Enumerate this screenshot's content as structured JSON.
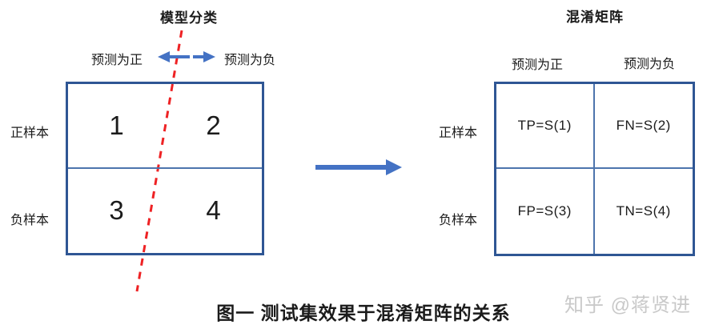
{
  "left_panel": {
    "title": "模型分类",
    "col_headers": [
      "预测为正",
      "预测为负"
    ],
    "row_labels": [
      "正样本",
      "负样本"
    ],
    "cells": [
      "1",
      "2",
      "3",
      "4"
    ]
  },
  "right_panel": {
    "title": "混淆矩阵",
    "col_headers": [
      "预测为正",
      "预测为负"
    ],
    "row_labels": [
      "正样本",
      "负样本"
    ],
    "cells": [
      "TP=S(1)",
      "FN=S(2)",
      "FP=S(3)",
      "TN=S(4)"
    ]
  },
  "caption": {
    "text": "图一 测试集效果于混淆矩阵的关系"
  },
  "watermark": {
    "text": "知乎 @蒋贤进"
  },
  "icons": {
    "split_left_arrow": "←",
    "split_right_arrow": "→",
    "transform_arrow": "→",
    "decision_boundary": "red-dashed-line"
  },
  "colors": {
    "box_border": "#2f5694",
    "inner_divider": "#4d74ad",
    "arrow_blue": "#4472c4",
    "dashed_red": "#ee2224",
    "text": "#1b1b1b",
    "watermark": "#c9c9c9"
  }
}
